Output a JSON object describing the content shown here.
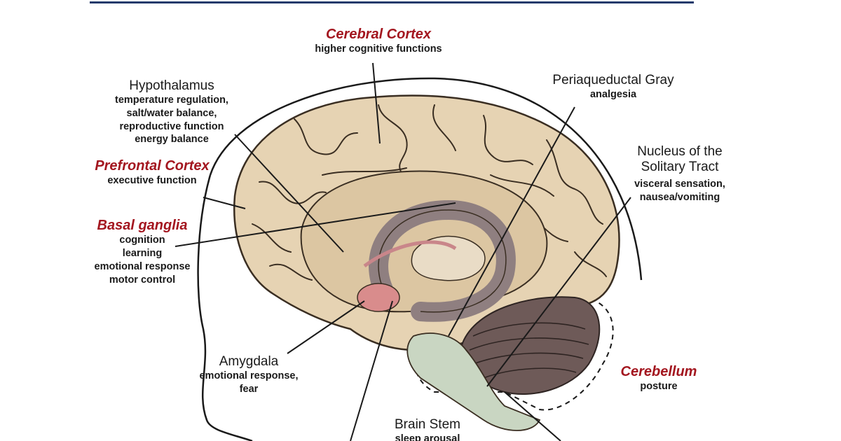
{
  "diagram": {
    "labels": {
      "cerebral_cortex": {
        "name": "Cerebral Cortex",
        "desc": [
          "higher cognitive functions"
        ]
      },
      "hypothalamus": {
        "name": "Hypothalamus",
        "desc": [
          "temperature regulation,",
          "salt/water balance,",
          "reproductive function",
          "energy balance"
        ]
      },
      "prefrontal_cortex": {
        "name": "Prefrontal Cortex",
        "desc": [
          "executive function"
        ]
      },
      "basal_ganglia": {
        "name": "Basal ganglia",
        "desc": [
          "cognition",
          "learning",
          "emotional response",
          "motor control"
        ]
      },
      "periaqueductal_gray": {
        "name": "Periaqueductal Gray",
        "desc": [
          "analgesia"
        ]
      },
      "nucleus_solitary_tract": {
        "name_lines": [
          "Nucleus of the",
          "Solitary Tract"
        ],
        "desc": [
          "visceral sensation,",
          "nausea/vomiting"
        ]
      },
      "amygdala": {
        "name": "Amygdala",
        "desc": [
          "emotional response,",
          "fear"
        ]
      },
      "cerebellum": {
        "name": "Cerebellum",
        "desc": [
          "posture"
        ]
      },
      "brain_stem": {
        "name": "Brain Stem",
        "desc": [
          "sleep arousal"
        ]
      }
    },
    "colors": {
      "brain_fill": "#e6d3b3",
      "brain_shadow": "#c9ad86",
      "limbic": "#8f7f80",
      "cerebellum": "#6e5a58",
      "brainstem": "#c9d6c2",
      "amygdala": "#d98c8c",
      "label_red": "#a3161f",
      "top_rule": "#1f3a6b"
    }
  }
}
